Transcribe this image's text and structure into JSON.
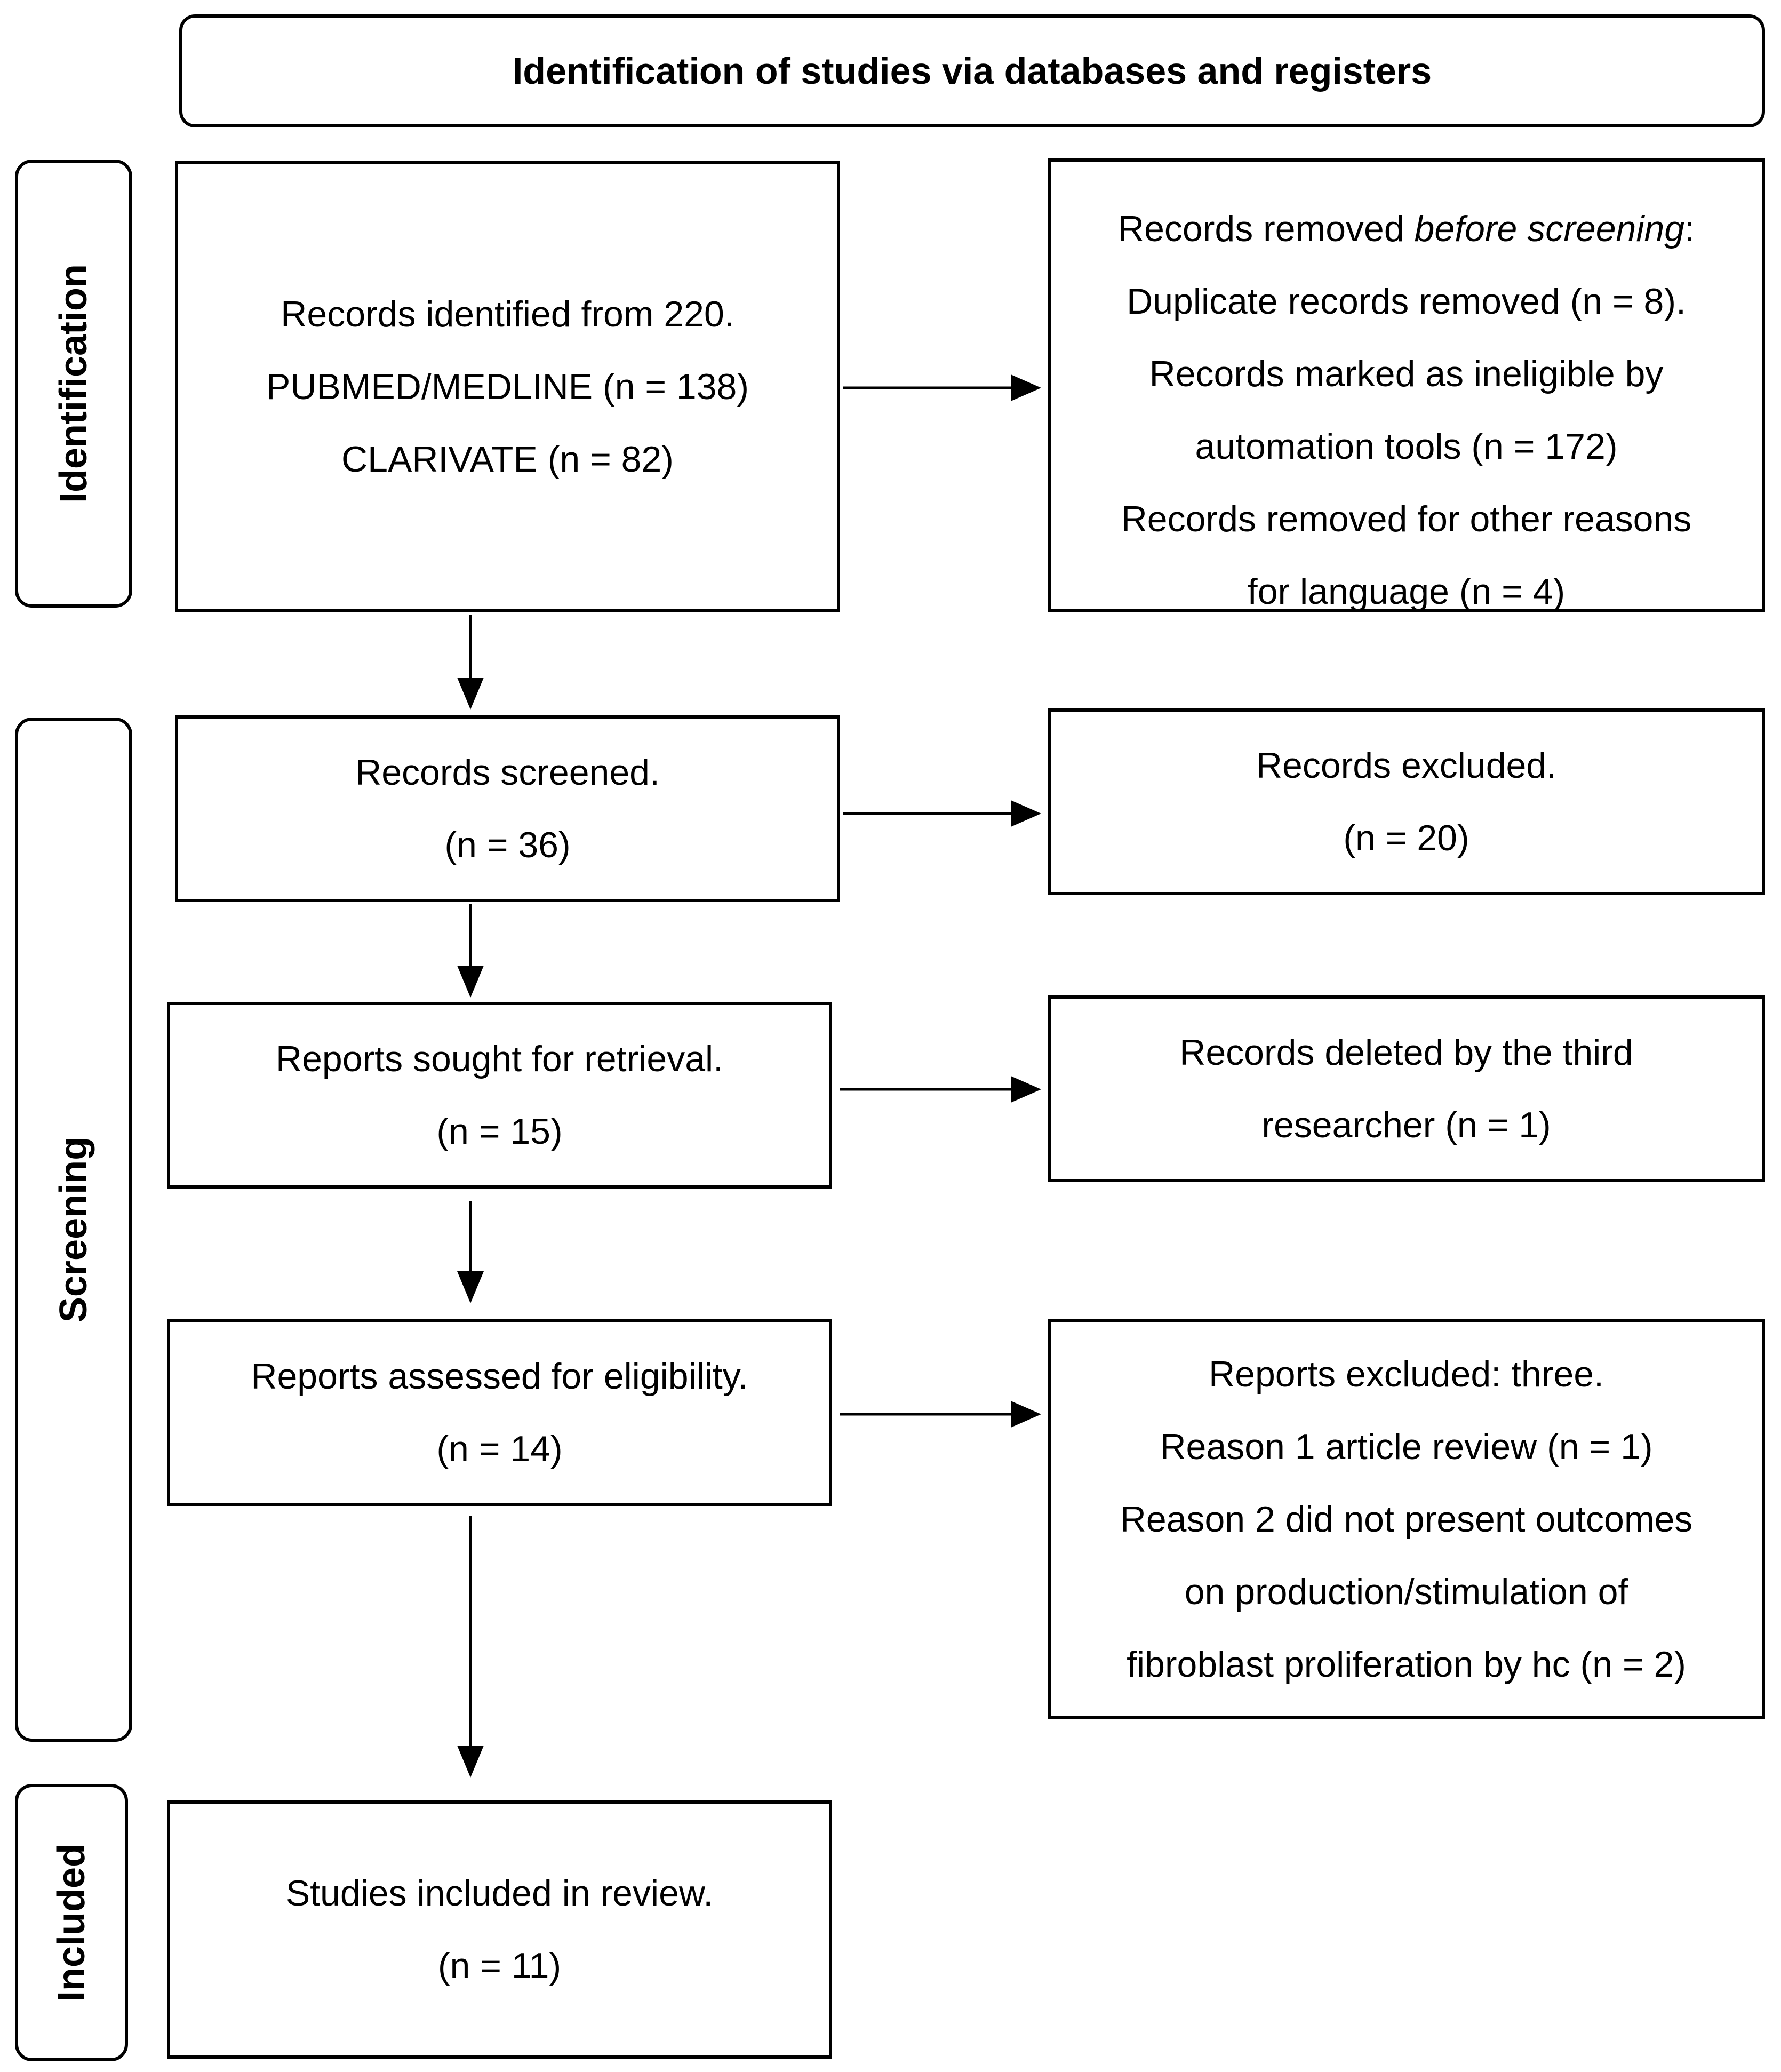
{
  "header": "Identification of studies via databases and registers",
  "phases": {
    "identification": "Identification",
    "screening": "Screening",
    "included": "Included"
  },
  "boxes": {
    "identified": {
      "lines": [
        "Records identified from 220.",
        "PUBMED/MEDLINE (n = 138)",
        "CLARIVATE (n = 82)"
      ]
    },
    "removed_before_screening": {
      "heading_prefix": "Records removed ",
      "heading_emphasis": "before screening",
      "heading_suffix": ":",
      "lines": [
        "Duplicate records removed (n = 8).",
        "Records marked as ineligible by",
        "automation tools (n = 172)",
        "Records removed for other reasons",
        "for language (n = 4)"
      ]
    },
    "screened": {
      "lines": [
        "Records screened.",
        "(n = 36)"
      ]
    },
    "excluded": {
      "lines": [
        "Records excluded.",
        "(n = 20)"
      ]
    },
    "sought": {
      "lines": [
        "Reports sought for retrieval.",
        "(n = 15)"
      ]
    },
    "deleted": {
      "lines": [
        "Records deleted by the third",
        "researcher (n = 1)"
      ]
    },
    "assessed": {
      "lines": [
        "Reports assessed for eligibility.",
        "(n = 14)"
      ]
    },
    "reports_excluded": {
      "lines": [
        "Reports excluded: three.",
        "Reason 1 article review (n = 1)",
        "Reason 2 did not present outcomes",
        "on production/stimulation of",
        "fibroblast proliferation by hc (n = 2)"
      ]
    },
    "included": {
      "lines": [
        "Studies included in review.",
        "(n = 11)"
      ]
    }
  },
  "colors": {
    "stroke": "#000000",
    "background": "#ffffff"
  }
}
